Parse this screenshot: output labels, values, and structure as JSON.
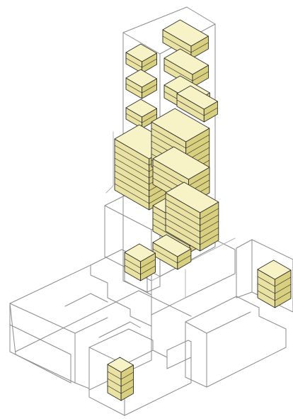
{
  "figure": {
    "style": "isometric exploded axonometric of a stepped tower building",
    "colors": {
      "module_top": "#f7f3c6",
      "module_left": "#e9e2a2",
      "module_right": "#d9d07f",
      "wireframe": "#8c8c8c",
      "background": "#ffffff"
    },
    "massing": [
      "tower-shaft",
      "tower-podium-step",
      "base-block-left",
      "base-block-front",
      "base-block-right",
      "annex-block-right"
    ],
    "modules": [
      {
        "name": "module-stack-top-left-1",
        "levels": 2
      },
      {
        "name": "module-stack-top-left-2",
        "levels": 2
      },
      {
        "name": "module-stack-top-left-3",
        "levels": 2
      },
      {
        "name": "module-stack-top-right-1",
        "levels": 2
      },
      {
        "name": "module-stack-top-right-2",
        "levels": 2
      },
      {
        "name": "module-stack-top-right-3",
        "levels": 2
      },
      {
        "name": "module-stack-top-right-4",
        "levels": 2
      },
      {
        "name": "module-ring-mid",
        "levels": 8
      },
      {
        "name": "module-stair-lower",
        "levels": 7
      },
      {
        "name": "module-stack-podium",
        "levels": 3
      },
      {
        "name": "module-stack-annex",
        "levels": 4
      },
      {
        "name": "module-stack-front",
        "levels": 4
      }
    ]
  }
}
